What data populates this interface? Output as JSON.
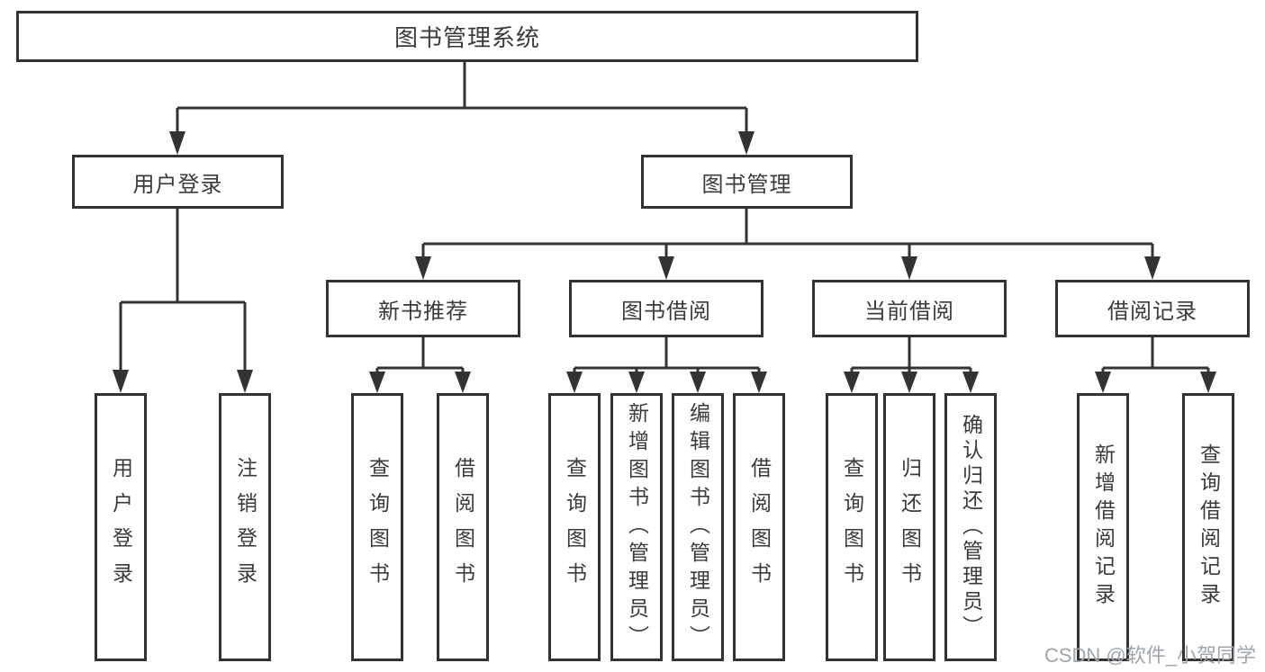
{
  "colors": {
    "line": "#333333",
    "border": "#333333",
    "text": "#3b3b3b",
    "watermark": "#9fa6ac",
    "background": "#ffffff"
  },
  "tree": {
    "root": {
      "label": "图书管理系统"
    },
    "user_branch": {
      "label": "用户登录",
      "children": [
        {
          "label": "用户登录"
        },
        {
          "label": "注销登录"
        }
      ]
    },
    "book_branch": {
      "label": "图书管理",
      "sections": [
        {
          "label": "新书推荐",
          "children": [
            {
              "label": "查询图书"
            },
            {
              "label": "借阅图书"
            }
          ]
        },
        {
          "label": "图书借阅",
          "children": [
            {
              "label": "查询图书"
            },
            {
              "label": "新增图书（管理员）"
            },
            {
              "label": "编辑图书（管理员）"
            },
            {
              "label": "借阅图书"
            }
          ]
        },
        {
          "label": "当前借阅",
          "children": [
            {
              "label": "查询图书"
            },
            {
              "label": "归还图书"
            },
            {
              "label": "确认归还（管理员）"
            }
          ]
        },
        {
          "label": "借阅记录",
          "children": [
            {
              "label": "新增借阅记录"
            },
            {
              "label": "查询借阅记录"
            }
          ]
        }
      ]
    }
  },
  "watermark": {
    "text": "CSDN @软件_小贺同学"
  }
}
